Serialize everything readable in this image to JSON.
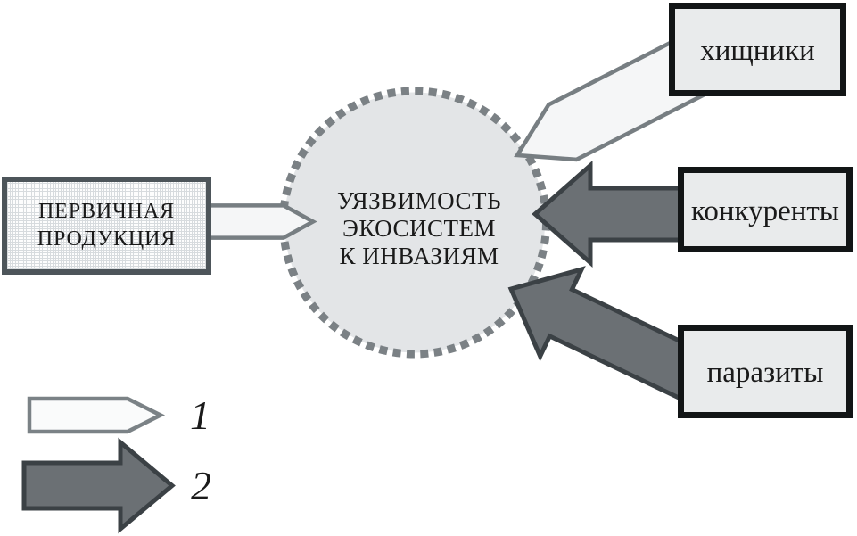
{
  "figure": {
    "kind": "ecology-invasion-vulnerability-diagram",
    "language": "ru",
    "center": {
      "line1": "УЯЗВИМОСТЬ",
      "line2": "ЭКОСИСТЕМ",
      "line3": "К ИНВАЗИЯМ",
      "text": "УЯЗВИМОСТЬ ЭКОСИСТЕМ К ИНВАЗИЯМ"
    },
    "left_box": {
      "line1": "ПЕРВИЧНАЯ",
      "line2": "ПРОДУКЦИЯ",
      "text": "ПЕРВИЧНАЯ ПРОДУКЦИЯ"
    },
    "boxes": {
      "predators": "хищники",
      "competitors": "конкуренты",
      "parasites": "паразиты"
    },
    "links": [
      {
        "from": "ПЕРВИЧНАЯ ПРОДУКЦИЯ",
        "to": "center",
        "arrow_type": "1-light"
      },
      {
        "from": "хищники",
        "to": "center",
        "arrow_type": "1-light"
      },
      {
        "from": "конкуренты",
        "to": "center",
        "arrow_type": "2-dark"
      },
      {
        "from": "паразиты",
        "to": "center",
        "arrow_type": "2-dark"
      }
    ],
    "legend": {
      "item1": "1",
      "item2": "2"
    },
    "palette": {
      "background": "#ffffff",
      "circle_fill": "#e3e5e7",
      "circle_dash": "#7b8185",
      "light_arrow_fill": "#f5f6f7",
      "light_arrow_stroke": "#777e82",
      "dark_arrow_fill": "#6b7074",
      "dark_arrow_stroke": "#3b4145",
      "right_box_fill": "#e9ebec",
      "right_box_border": "#121516",
      "left_box_border": "#4d555a",
      "text": "#1a1a1a"
    }
  }
}
